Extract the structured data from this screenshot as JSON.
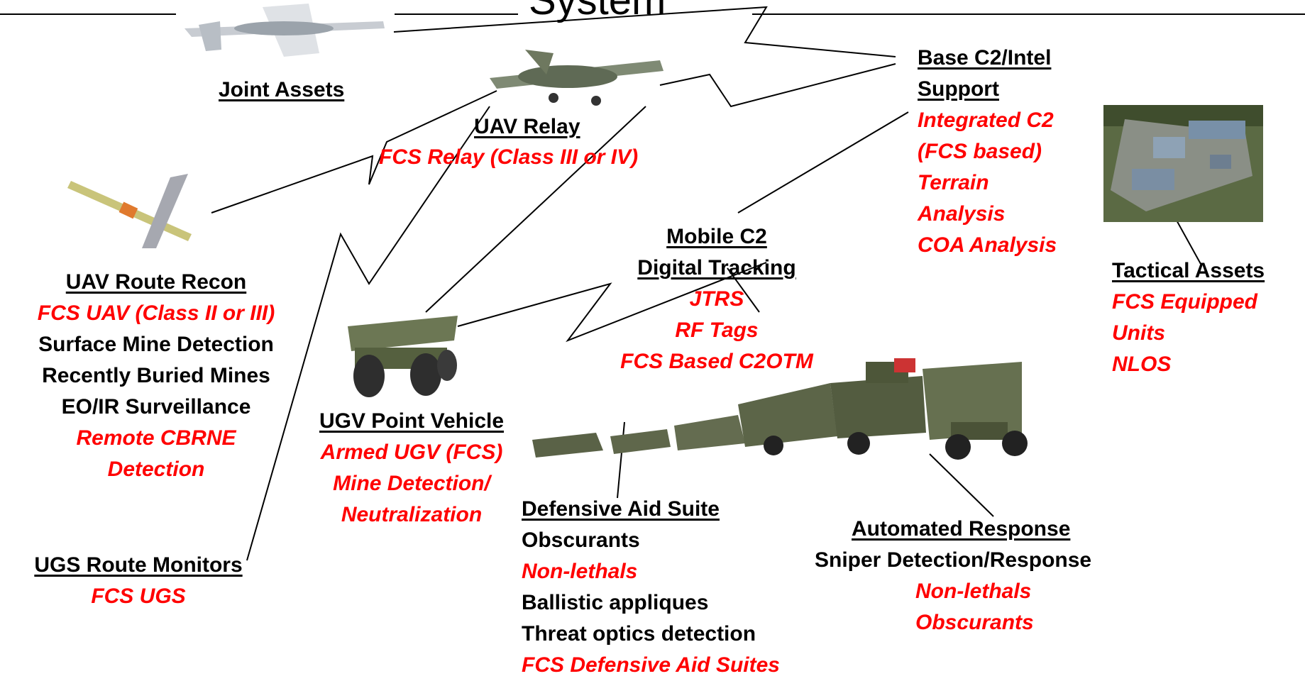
{
  "title_fragment": "System",
  "joint_assets": {
    "heading": "Joint Assets"
  },
  "uav_relay": {
    "heading": "UAV Relay",
    "detail": "FCS Relay (Class III or IV)"
  },
  "base_c2": {
    "heading_1": "Base C2/Intel",
    "heading_2": "Support",
    "items": [
      "Integrated C2",
      "(FCS based)",
      "Terrain",
      "Analysis",
      "COA Analysis"
    ]
  },
  "tactical_assets": {
    "heading": "Tactical Assets",
    "items": [
      "FCS Equipped",
      "Units",
      "NLOS"
    ]
  },
  "uav_route_recon": {
    "heading": "UAV Route Recon",
    "items": [
      {
        "text": "FCS UAV (Class II or III)",
        "style": "red"
      },
      {
        "text": "Surface Mine Detection",
        "style": "black"
      },
      {
        "text": "Recently Buried Mines",
        "style": "black"
      },
      {
        "text": "EO/IR Surveillance",
        "style": "black"
      },
      {
        "text": "Remote CBRNE",
        "style": "red"
      },
      {
        "text": "Detection",
        "style": "red"
      }
    ]
  },
  "mobile_c2": {
    "heading_1": "Mobile C2",
    "heading_2": "Digital Tracking",
    "items": [
      "JTRS",
      "RF Tags",
      "FCS Based C2OTM"
    ]
  },
  "ugv_point": {
    "heading": "UGV Point Vehicle",
    "items": [
      "Armed UGV (FCS)",
      "Mine Detection/",
      "Neutralization"
    ]
  },
  "defensive_aid": {
    "heading": "Defensive Aid Suite",
    "items": [
      {
        "text": "Obscurants",
        "style": "black"
      },
      {
        "text": "Non-lethals",
        "style": "red"
      },
      {
        "text": "Ballistic appliques",
        "style": "black"
      },
      {
        "text": "Threat optics detection",
        "style": "black"
      },
      {
        "text": "FCS Defensive Aid Suites",
        "style": "red"
      }
    ]
  },
  "automated_response": {
    "heading": "Automated Response",
    "items": [
      {
        "text": "Sniper Detection/Response",
        "style": "black"
      },
      {
        "text": "Non-lethals",
        "style": "red"
      },
      {
        "text": "Obscurants",
        "style": "red"
      }
    ]
  },
  "ugs_route": {
    "heading": "UGS Route Monitors",
    "detail": "FCS UGS"
  },
  "colors": {
    "heading": "#000000",
    "emphasis": "#ff0000"
  },
  "pictures": [
    "predator-uav",
    "shadow-uav",
    "small-uav",
    "base-buildings",
    "ugv-cart",
    "vehicle-convoy"
  ]
}
